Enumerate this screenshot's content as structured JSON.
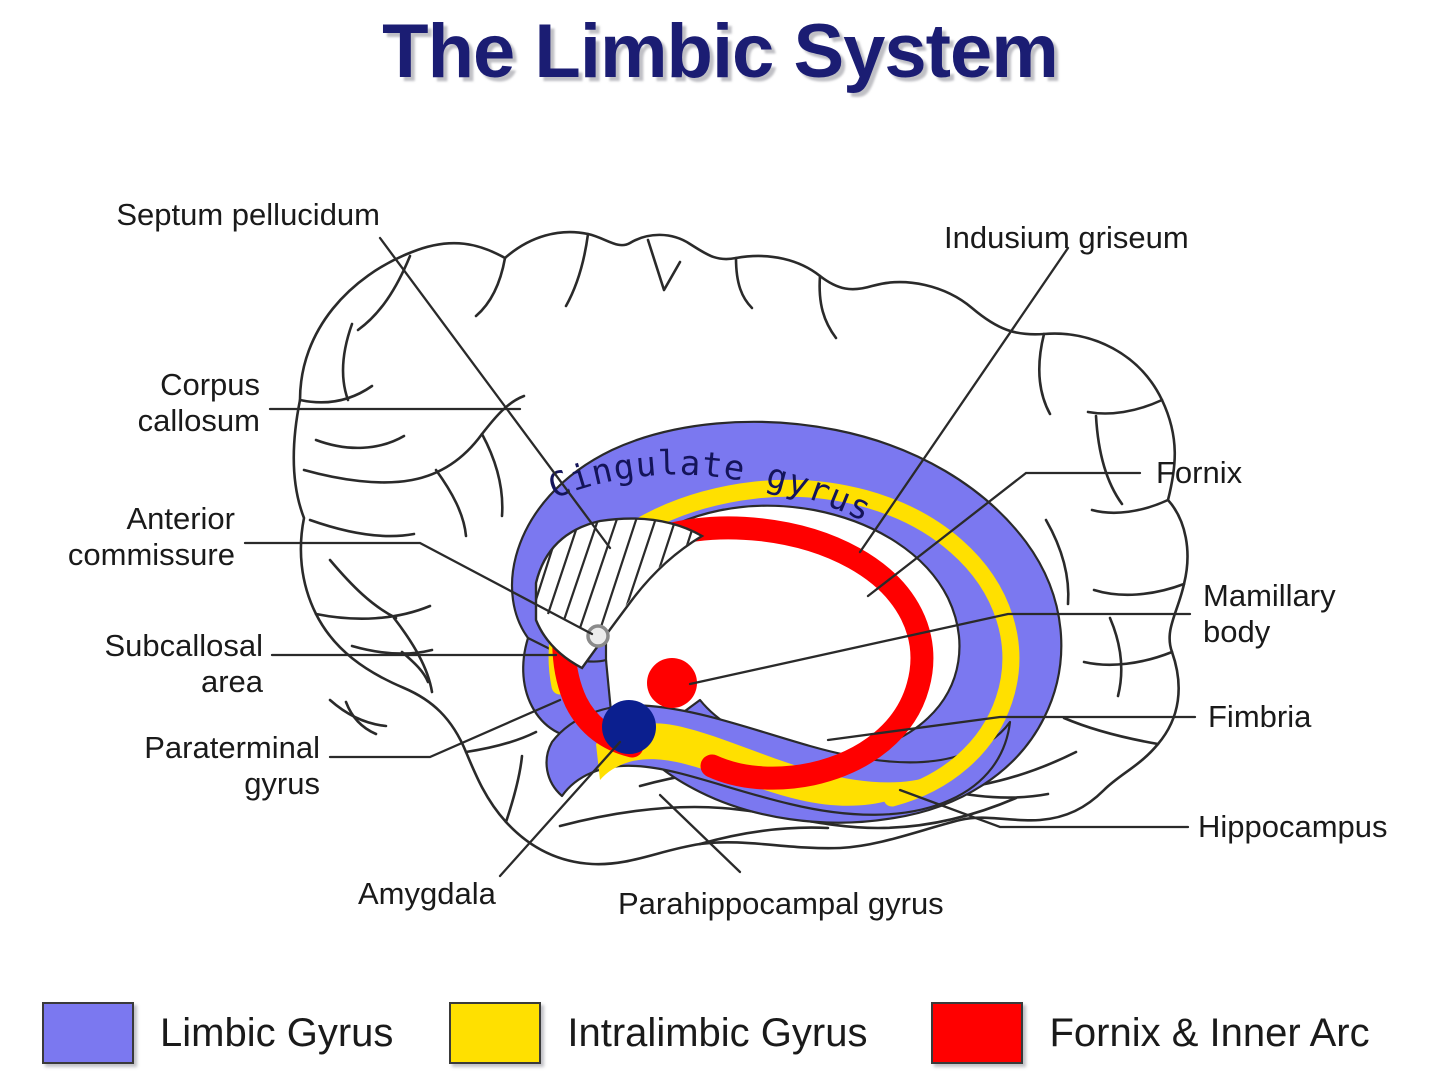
{
  "title": "The Limbic System",
  "colors": {
    "limbic_gyrus": "#7B78F0",
    "intralimbic_gyrus": "#FFE000",
    "fornix_inner_arc": "#FF0000",
    "amygdala": "#0B1F8F",
    "title": "#1B1D73",
    "outline": "#2a2a2a"
  },
  "diagram": {
    "inline_label": "Cingulate gyrus",
    "labels_left": [
      {
        "id": "septum-pellucidum",
        "text": "Septum pellucidum"
      },
      {
        "id": "corpus-callosum",
        "text": "Corpus\ncallosum"
      },
      {
        "id": "anterior-commissure",
        "text": "Anterior\ncommissure"
      },
      {
        "id": "subcallosal-area",
        "text": "Subcallosal\narea"
      },
      {
        "id": "paraterminal-gyrus",
        "text": "Paraterminal\ngyrus"
      }
    ],
    "labels_right": [
      {
        "id": "indusium-griseum",
        "text": "Indusium griseum"
      },
      {
        "id": "fornix",
        "text": "Fornix"
      },
      {
        "id": "mamillary-body",
        "text": "Mamillary\nbody"
      },
      {
        "id": "fimbria",
        "text": "Fimbria"
      },
      {
        "id": "hippocampus",
        "text": "Hippocampus"
      }
    ],
    "labels_bottom": [
      {
        "id": "amygdala",
        "text": "Amygdala"
      },
      {
        "id": "parahippocampal-gyrus",
        "text": "Parahippocampal gyrus"
      }
    ]
  },
  "legend": {
    "items": [
      {
        "label": "Limbic Gyrus",
        "color": "#7B78F0"
      },
      {
        "label": "Intralimbic Gyrus",
        "color": "#FFE000"
      },
      {
        "label": "Fornix & Inner Arc",
        "color": "#FF0000"
      }
    ]
  }
}
